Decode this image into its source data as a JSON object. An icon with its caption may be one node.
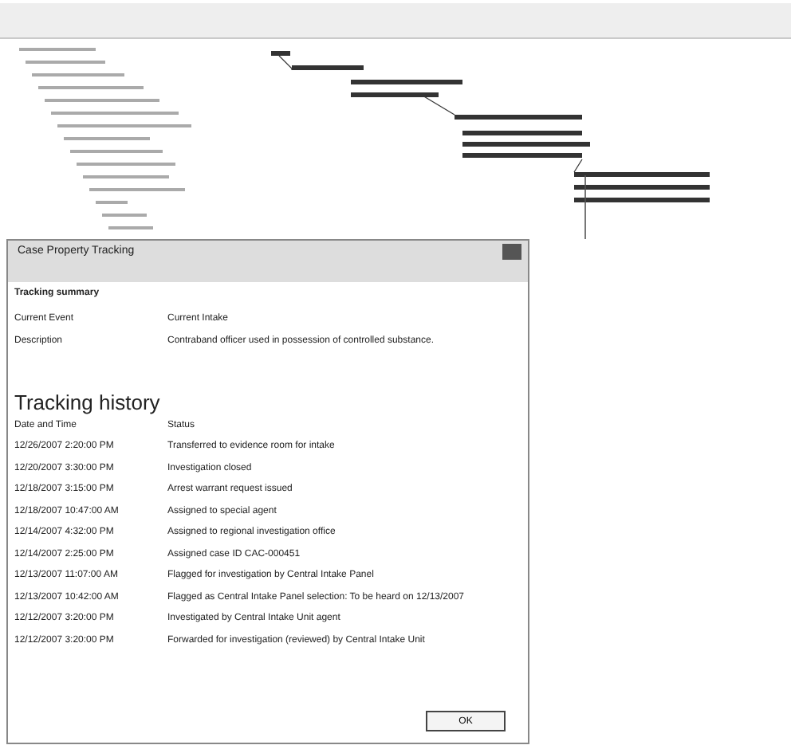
{
  "diagram": {
    "labels": [
      "Case Property Tracking",
      "Tracking summary",
      "Current Event",
      "Current Intake",
      "Description",
      "Contraband officer used in possession of controlled substance.",
      "Tracking history",
      "Date and Time",
      "Status",
      "12/26/2007 2:20:00 PM",
      "Transferred to evidence room for intake",
      "12/20/2007 3:30:00 PM",
      "Investigation closed",
      "12/18/2007 3:15:00 PM",
      "Arrest warrant request issued",
      "12/18/2007 10:47:00 AM",
      "Assigned to special agent",
      "12/14/2007 4:32:00 PM",
      "Assigned to regional investigation office",
      "12/14/2007 2:25:00 PM",
      "Assigned case ID CAC-000451",
      "12/13/2007 11:07:00 AM",
      "Flagged for investigation by Central Intake Panel",
      "12/13/2007 10:42:00 AM",
      "Flagged as Central Intake Panel selection: To be heard on 12/13/2007",
      "12/12/2007 3:20:00 PM",
      "Investigated by Central Intake Unit agent",
      "12/12/2007 3:20:00 PM",
      "Forwarded for investigation (reviewed) by Central Intake Unit",
      "OK"
    ]
  }
}
